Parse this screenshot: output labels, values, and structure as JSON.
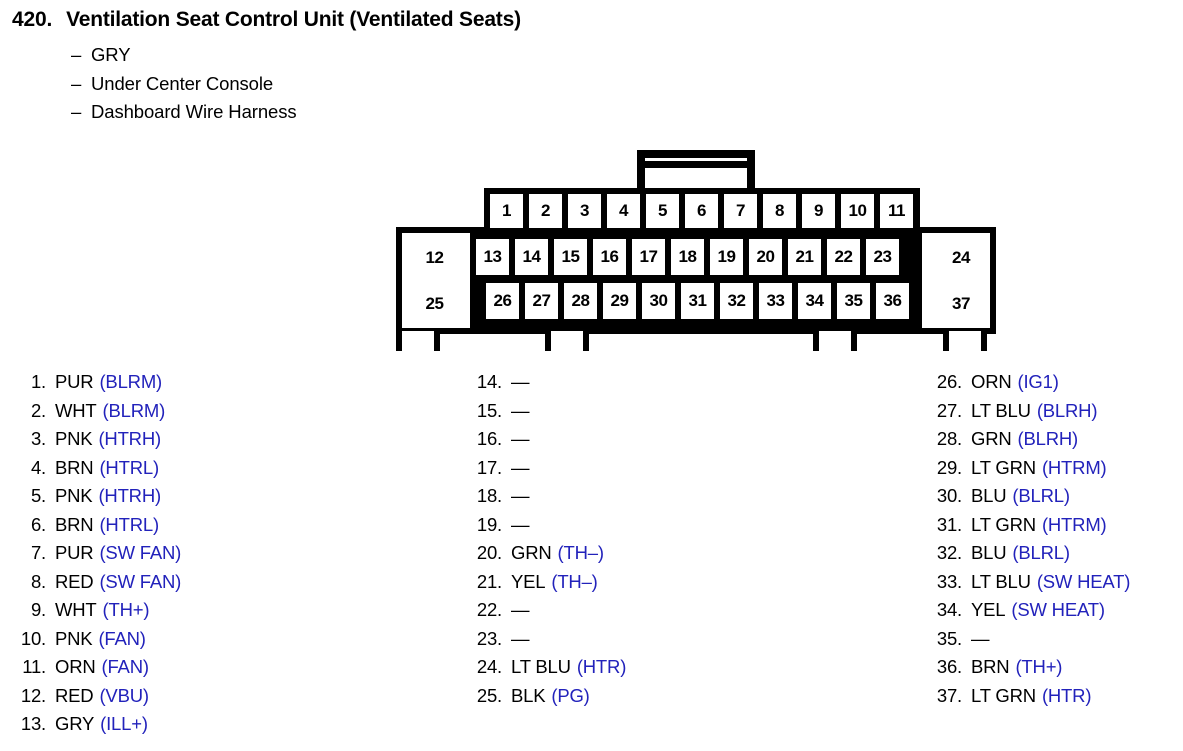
{
  "header": {
    "number": "420.",
    "title": "Ventilation Seat Control Unit (Ventilated Seats)",
    "dash": "–",
    "sub_items": [
      "GRY",
      "Under Center Console",
      "Dashboard Wire Harness"
    ]
  },
  "connector": {
    "row_top": [
      "1",
      "2",
      "3",
      "4",
      "5",
      "6",
      "7",
      "8",
      "9",
      "10",
      "11"
    ],
    "left_block": [
      "12",
      "25"
    ],
    "row_middle": [
      "13",
      "14",
      "15",
      "16",
      "17",
      "18",
      "19",
      "20",
      "21",
      "22",
      "23"
    ],
    "row_bottom": [
      "26",
      "27",
      "28",
      "29",
      "30",
      "31",
      "32",
      "33",
      "34",
      "35",
      "36"
    ],
    "right_block": [
      "24",
      "37"
    ]
  },
  "legend": {
    "empty_mark": "—",
    "columns": [
      {
        "id": "col-a",
        "rows": [
          {
            "num": "1.",
            "wire": "PUR",
            "signal": "(BLRM)"
          },
          {
            "num": "2.",
            "wire": "WHT",
            "signal": "(BLRM)"
          },
          {
            "num": "3.",
            "wire": "PNK",
            "signal": "(HTRH)"
          },
          {
            "num": "4.",
            "wire": "BRN",
            "signal": "(HTRL)"
          },
          {
            "num": "5.",
            "wire": "PNK",
            "signal": "(HTRH)"
          },
          {
            "num": "6.",
            "wire": "BRN",
            "signal": "(HTRL)"
          },
          {
            "num": "7.",
            "wire": "PUR",
            "signal": "(SW FAN)"
          },
          {
            "num": "8.",
            "wire": "RED",
            "signal": "(SW FAN)"
          },
          {
            "num": "9.",
            "wire": "WHT",
            "signal": "(TH+)"
          },
          {
            "num": "10.",
            "wire": "PNK",
            "signal": "(FAN)"
          },
          {
            "num": "11.",
            "wire": "ORN",
            "signal": "(FAN)"
          },
          {
            "num": "12.",
            "wire": "RED",
            "signal": "(VBU)"
          },
          {
            "num": "13.",
            "wire": "GRY",
            "signal": "(ILL+)"
          }
        ]
      },
      {
        "id": "col-b",
        "rows": [
          {
            "num": "14.",
            "wire": "—",
            "signal": ""
          },
          {
            "num": "15.",
            "wire": "—",
            "signal": ""
          },
          {
            "num": "16.",
            "wire": "—",
            "signal": ""
          },
          {
            "num": "17.",
            "wire": "—",
            "signal": ""
          },
          {
            "num": "18.",
            "wire": "—",
            "signal": ""
          },
          {
            "num": "19.",
            "wire": "—",
            "signal": ""
          },
          {
            "num": "20.",
            "wire": "GRN",
            "signal": "(TH–)"
          },
          {
            "num": "21.",
            "wire": "YEL",
            "signal": "(TH–)"
          },
          {
            "num": "22.",
            "wire": "—",
            "signal": ""
          },
          {
            "num": "23.",
            "wire": "—",
            "signal": ""
          },
          {
            "num": "24.",
            "wire": "LT BLU",
            "signal": "(HTR)"
          },
          {
            "num": "25.",
            "wire": "BLK",
            "signal": "(PG)"
          }
        ]
      },
      {
        "id": "col-c",
        "rows": [
          {
            "num": "26.",
            "wire": "ORN",
            "signal": "(IG1)"
          },
          {
            "num": "27.",
            "wire": "LT BLU",
            "signal": "(BLRH)"
          },
          {
            "num": "28.",
            "wire": "GRN",
            "signal": "(BLRH)"
          },
          {
            "num": "29.",
            "wire": "LT GRN",
            "signal": "(HTRM)"
          },
          {
            "num": "30.",
            "wire": "BLU",
            "signal": "(BLRL)"
          },
          {
            "num": "31.",
            "wire": "LT GRN",
            "signal": "(HTRM)"
          },
          {
            "num": "32.",
            "wire": "BLU",
            "signal": "(BLRL)"
          },
          {
            "num": "33.",
            "wire": "LT BLU",
            "signal": "(SW HEAT)"
          },
          {
            "num": "34.",
            "wire": "YEL",
            "signal": "(SW HEAT)"
          },
          {
            "num": "35.",
            "wire": "—",
            "signal": ""
          },
          {
            "num": "36.",
            "wire": "BRN",
            "signal": "(TH+)"
          },
          {
            "num": "37.",
            "wire": "LT GRN",
            "signal": "(HTR)"
          }
        ]
      }
    ]
  },
  "colors": {
    "signal_blue": "#2222bb",
    "text_black": "#000000",
    "background": "#ffffff"
  }
}
